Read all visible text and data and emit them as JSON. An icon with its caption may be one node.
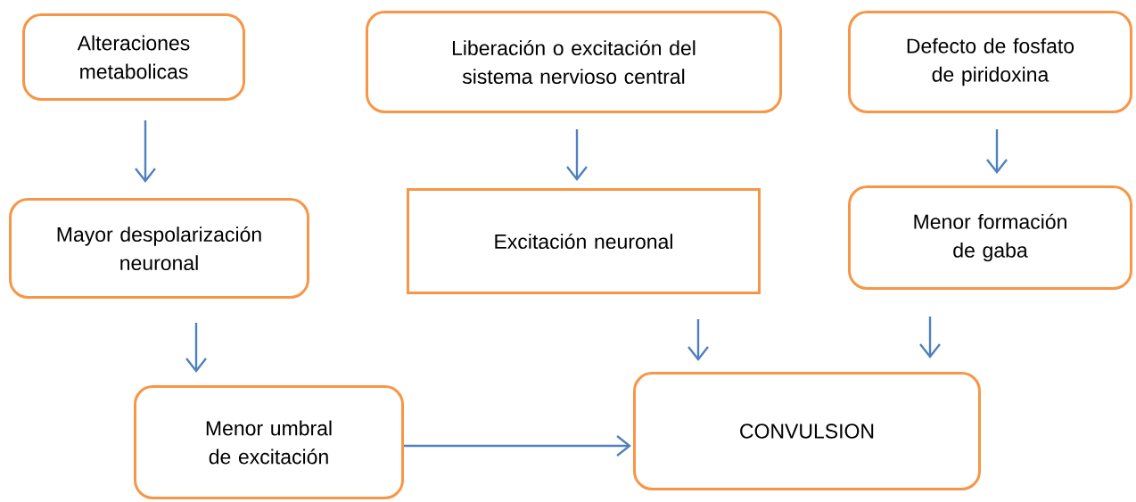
{
  "diagram": {
    "nodes": [
      {
        "text": [
          "Alteraciones metabolicas"
        ]
      },
      {
        "text": [
          "Liberación o excitación del sistema nervioso central"
        ]
      },
      {
        "text": [
          "Defecto de fosfato de piridoxina"
        ]
      },
      {
        "text": [
          "Mayor despolarización neuronal"
        ]
      },
      {
        "text": [
          "Excitación neuronal"
        ]
      },
      {
        "text": [
          "Menor formación de gaba"
        ]
      },
      {
        "text": [
          "Menor umbral de excitación"
        ]
      },
      {
        "text": [
          "CONVULSION"
        ]
      }
    ],
    "edges": [
      {
        "from": 0,
        "to": 3,
        "arrow": "to"
      },
      {
        "from": 1,
        "to": 4,
        "arrow": "to"
      },
      {
        "from": 2,
        "to": 5,
        "arrow": "to"
      },
      {
        "from": 3,
        "to": 6,
        "arrow": "to"
      },
      {
        "from": 4,
        "to": 7,
        "arrow": "to"
      },
      {
        "from": 5,
        "to": 7,
        "arrow": "to"
      },
      {
        "from": 6,
        "to": 7,
        "arrow": "to"
      }
    ]
  }
}
